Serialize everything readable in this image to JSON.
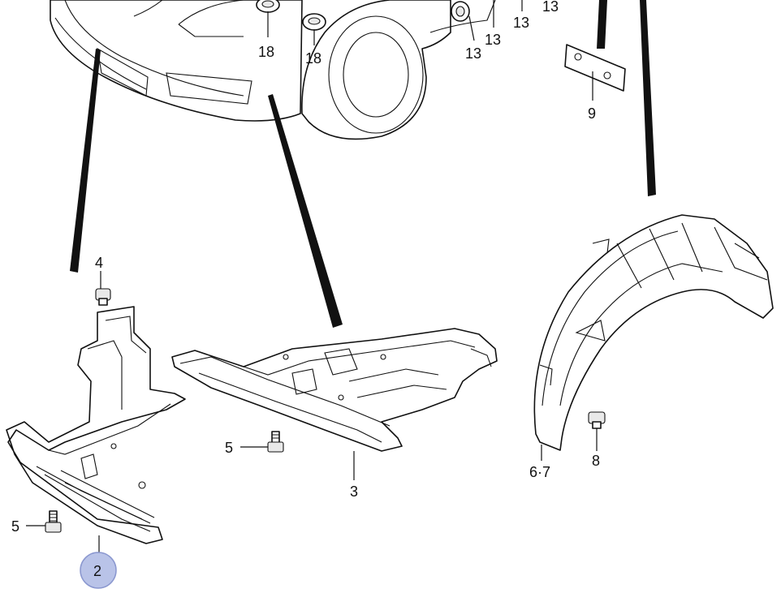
{
  "callouts": {
    "c18a": "18",
    "c18b": "18",
    "c13a": "13",
    "c13b": "13",
    "c13c": "13",
    "c13d": "13",
    "c9": "9",
    "c4": "4",
    "c5a": "5",
    "c5b": "5",
    "c3": "3",
    "c2": "2",
    "c67": "6·7",
    "c8": "8"
  },
  "highlight": {
    "selected_callout": "2",
    "color": "#b9c3e8"
  }
}
